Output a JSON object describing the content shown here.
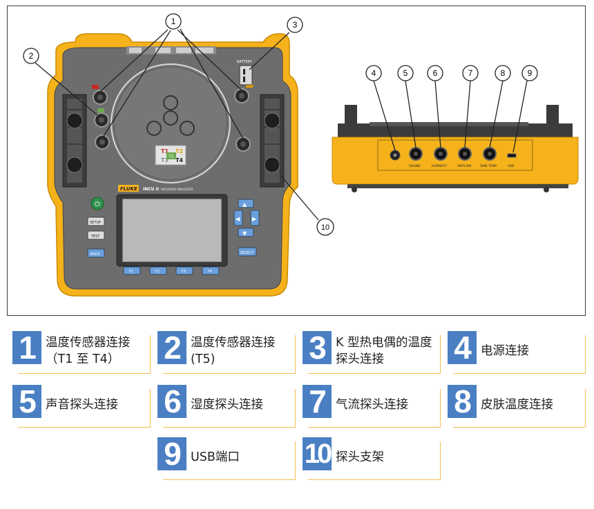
{
  "figure": {
    "callouts": [
      "1",
      "2",
      "3",
      "4",
      "5",
      "6",
      "7",
      "8",
      "9",
      "10"
    ],
    "device": {
      "brand": "FLUKE",
      "model": "INCU II",
      "subtitle": "INFUSION ANALYZER",
      "battery_label": "BATTERY",
      "probe_labels": [
        "T1",
        "T2",
        "T3",
        "T4",
        "T5"
      ],
      "buttons": {
        "setup": "SETUP",
        "test": "TEST",
        "back": "BACK",
        "select": "SELECT",
        "f1": "F1",
        "f2": "F2",
        "f3": "F3",
        "f4": "F4"
      },
      "side_ports": [
        "SOUND",
        "HUMIDITY",
        "AIRFLOW",
        "SKIN TEMP",
        "USB"
      ]
    }
  },
  "legend": [
    {
      "number": "1",
      "text": "温度传感器连接（T1 至 T4）"
    },
    {
      "number": "2",
      "text": "温度传感器连接 (T5)"
    },
    {
      "number": "3",
      "text": "K 型热电偶的温度探头连接"
    },
    {
      "number": "4",
      "text": "电源连接"
    },
    {
      "number": "5",
      "text": "声音探头连接"
    },
    {
      "number": "6",
      "text": "湿度探头连接"
    },
    {
      "number": "7",
      "text": "气流探头连接"
    },
    {
      "number": "8",
      "text": "皮肤温度连接"
    },
    {
      "number": "9",
      "text": "USB端口"
    },
    {
      "number": "10",
      "text": "探头支架"
    }
  ],
  "colors": {
    "accent_blue": "#4a7fc3",
    "frame_yellow": "#f2c14e",
    "device_yellow": "#f5b21b",
    "device_gray": "#6d6d6d"
  }
}
